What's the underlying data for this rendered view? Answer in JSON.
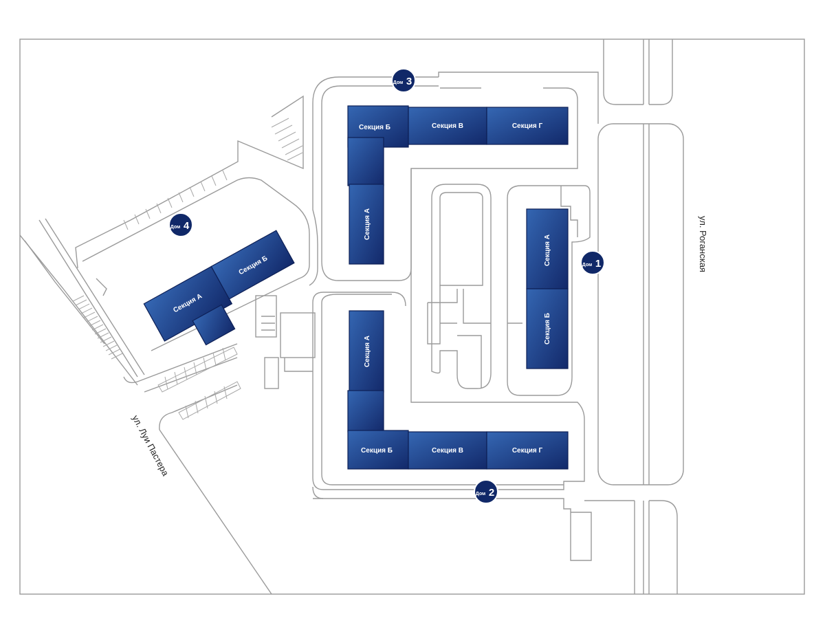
{
  "colors": {
    "building_light": "#2f62ad",
    "building_dark": "#122a6a",
    "marker": "#102868",
    "lines": "#9a9a9a"
  },
  "streets": {
    "rogan": "ул. Роганская",
    "pasteur": "ул. Луи Пастера"
  },
  "houses": [
    {
      "id": "1",
      "prefix": "Дом",
      "number": "1"
    },
    {
      "id": "2",
      "prefix": "Дом",
      "number": "2"
    },
    {
      "id": "3",
      "prefix": "Дом",
      "number": "3"
    },
    {
      "id": "4",
      "prefix": "Дом",
      "number": "4"
    }
  ],
  "sections": {
    "house1": {
      "a": "Секция А",
      "b": "Секция Б"
    },
    "house2": {
      "a": "Секция А",
      "b": "Секция Б",
      "v": "Секция В",
      "g": "Секция Г"
    },
    "house3": {
      "a": "Секция А",
      "b": "Секция Б",
      "v": "Секция В",
      "g": "Секция Г"
    },
    "house4": {
      "a": "Секция А",
      "b": "Секция Б"
    }
  }
}
